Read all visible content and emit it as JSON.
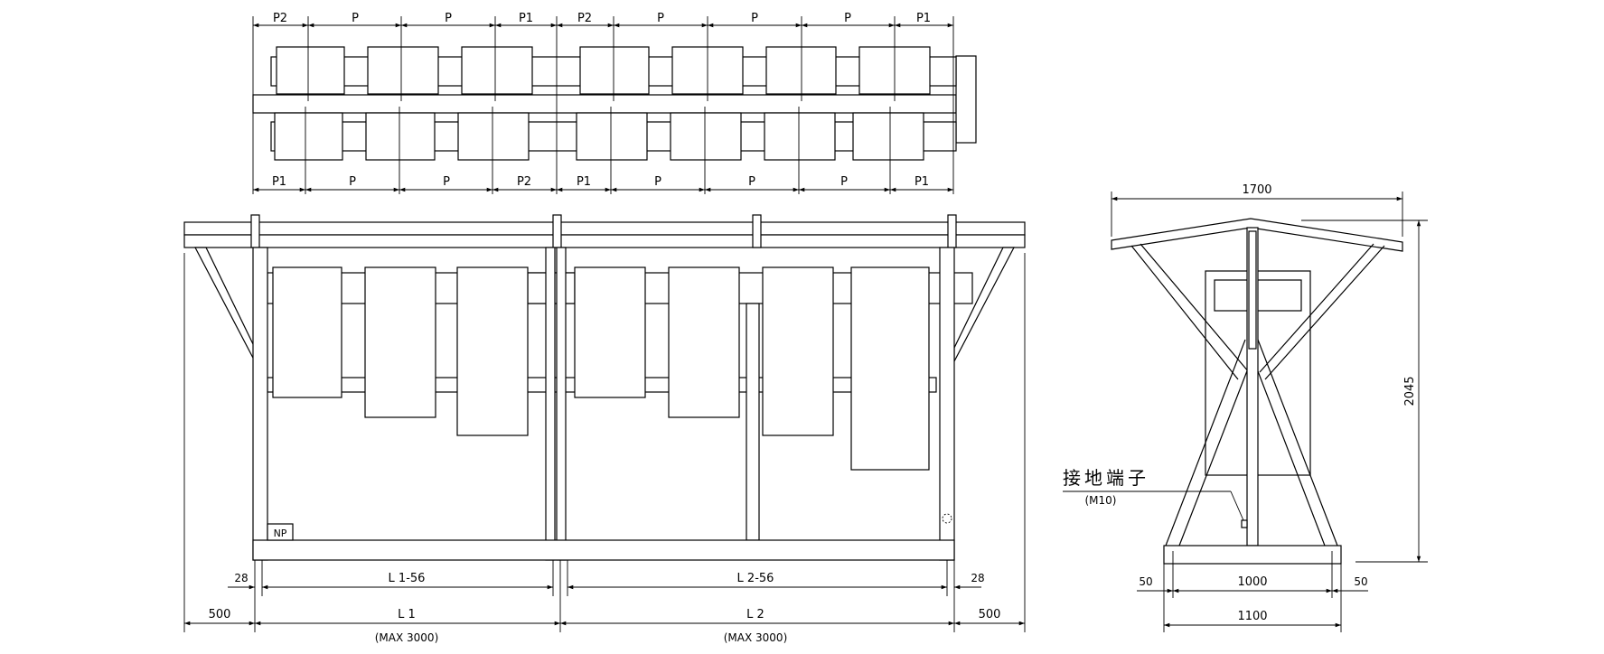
{
  "top_view": {
    "top_labels": [
      "P2",
      "P",
      "P",
      "P1",
      "P2",
      "P",
      "P",
      "P",
      "P1"
    ],
    "bottom_labels": [
      "P1",
      "P",
      "P",
      "P2",
      "P1",
      "P",
      "P",
      "P",
      "P1"
    ]
  },
  "front_view": {
    "left_offset_small": "28",
    "right_offset_small": "28",
    "l1_inner": "L 1-56",
    "l2_inner": "L 2-56",
    "left_overhang": "500",
    "right_overhang": "500",
    "l1": "L 1",
    "l2": "L 2",
    "l1_max": "(MAX 3000)",
    "l2_max": "(MAX 3000)",
    "nameplate": "NP"
  },
  "side_view": {
    "width_top": "1700",
    "height": "2045",
    "grounding_label": "接地端子",
    "grounding_spec": "(M10)",
    "left_offset": "50",
    "right_offset": "50",
    "inner_width": "1000",
    "outer_width": "1100"
  }
}
